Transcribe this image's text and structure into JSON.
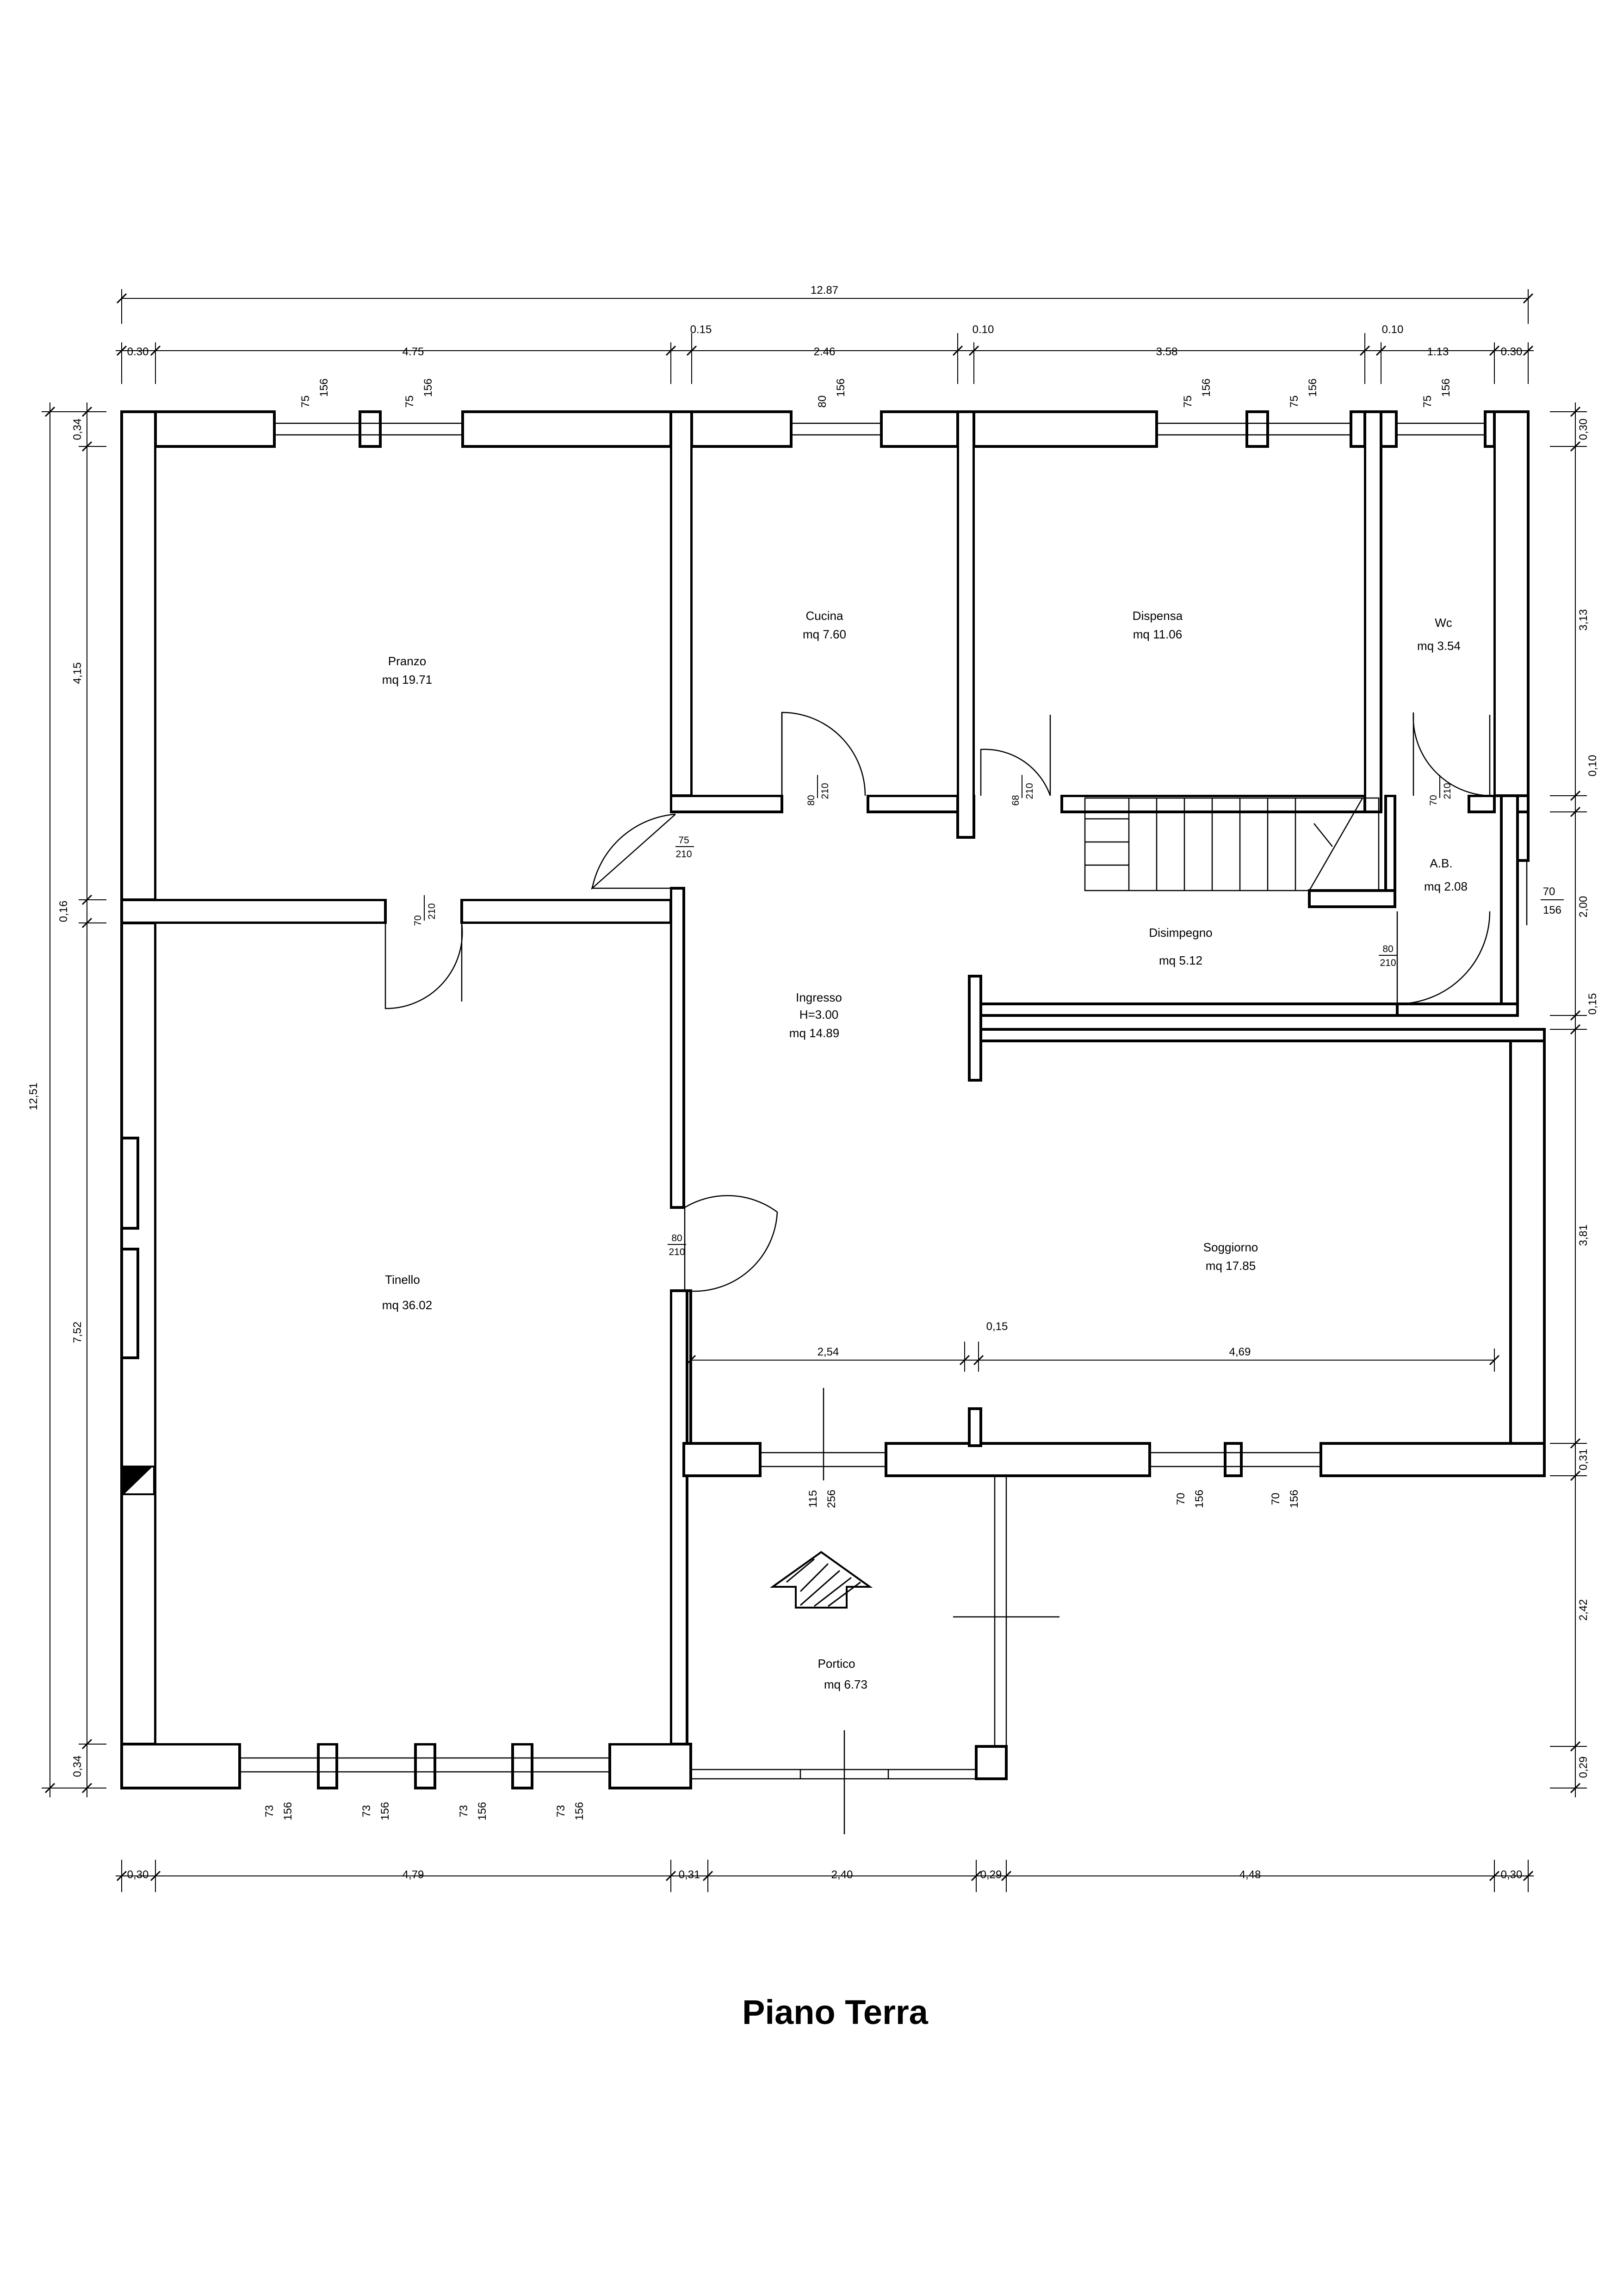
{
  "title": "Piano Terra",
  "rooms": [
    {
      "name": "Pranzo",
      "area": "mq 19.71"
    },
    {
      "name": "Cucina",
      "area": "mq 7.60"
    },
    {
      "name": "Dispensa",
      "area": "mq 11.06"
    },
    {
      "name": "Wc",
      "area": "mq 3.54"
    },
    {
      "name": "A.B.",
      "area": "mq 2.08"
    },
    {
      "name": "Disimpegno",
      "area": "mq 5.12"
    },
    {
      "name": "Ingresso",
      "height": "H=3.00",
      "area": "mq 14.89"
    },
    {
      "name": "Tinello",
      "area": "mq 36.02"
    },
    {
      "name": "Soggiorno",
      "area": "mq 17.85"
    },
    {
      "name": "Portico",
      "area": "mq 6.73"
    }
  ],
  "dimensions": {
    "top_total": "12.87",
    "top": [
      "0.30",
      "4.75",
      "0.15",
      "2.46",
      "0.10",
      "3.58",
      "0.10",
      "1.13",
      "0.30"
    ],
    "bottom": [
      "0,30",
      "4,79",
      "0,31",
      "2,40",
      "0,29",
      "4,48",
      "0,30"
    ],
    "left_total": "12,51",
    "left": [
      "0,34",
      "4,15",
      "0,16",
      "7,52",
      "0,34"
    ],
    "right": [
      "0,30",
      "3,13",
      "0,10",
      "2,00",
      "0,15",
      "3,81",
      "0,31",
      "2,42",
      "0,29"
    ],
    "soggiorno_inner": [
      "2,54",
      "0,15",
      "4,69"
    ]
  },
  "windows": [
    {
      "w": "75",
      "h": "156"
    },
    {
      "w": "75",
      "h": "156"
    },
    {
      "w": "80",
      "h": "156"
    },
    {
      "w": "75",
      "h": "156"
    },
    {
      "w": "75",
      "h": "156"
    },
    {
      "w": "75",
      "h": "156"
    },
    {
      "w": "70",
      "h": "156"
    },
    {
      "w": "73",
      "h": "156"
    },
    {
      "w": "73",
      "h": "156"
    },
    {
      "w": "73",
      "h": "156"
    },
    {
      "w": "73",
      "h": "156"
    },
    {
      "w": "115",
      "h": "256"
    },
    {
      "w": "70",
      "h": "156"
    },
    {
      "w": "70",
      "h": "156"
    }
  ],
  "doors": [
    {
      "w": "80",
      "h": "210"
    },
    {
      "w": "68",
      "h": "210"
    },
    {
      "w": "70",
      "h": "210"
    },
    {
      "w": "75",
      "h": "210"
    },
    {
      "w": "70",
      "h": "210"
    },
    {
      "w": "80",
      "h": "210"
    },
    {
      "w": "80",
      "h": "210"
    }
  ]
}
